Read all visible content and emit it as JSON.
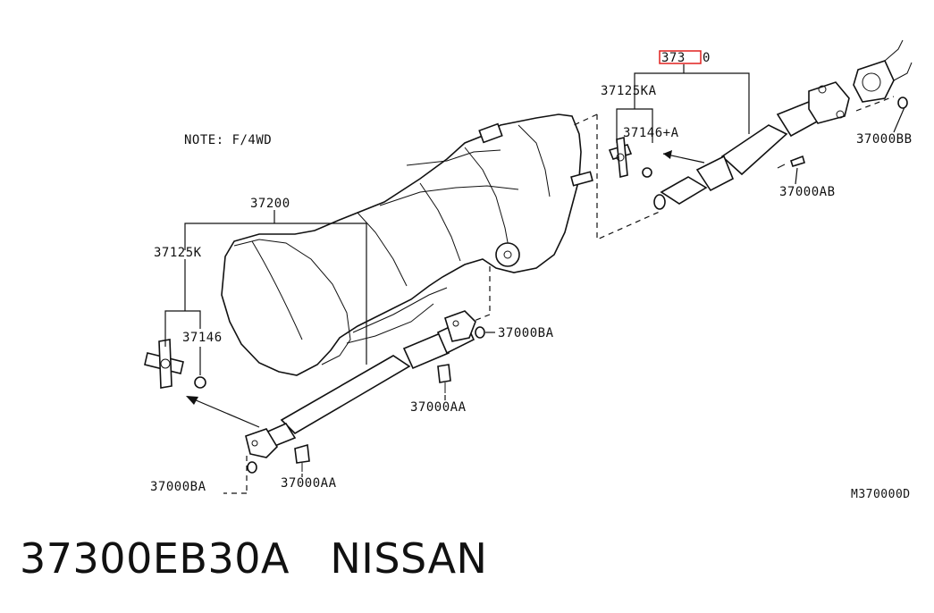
{
  "diagram": {
    "note": "NOTE: F/4WD",
    "figure_code": "M370000D",
    "labels": {
      "shaft_front_assy_prefix": "373",
      "shaft_front_assy_suffix": "0",
      "joint_front": "37125KA",
      "snap_front": "37146+A",
      "bolt_front_bb": "37000BB",
      "bolt_front_ab": "37000AB",
      "shaft_rear_assy": "37200",
      "joint_rear": "37125K",
      "snap_rear": "37146",
      "bolt_rear_ba_top": "37000BA",
      "bolt_rear_aa_mid": "37000AA",
      "bolt_rear_ba_bottom": "37000BA",
      "bolt_rear_aa_bottom": "37000AA"
    },
    "highlight_color": "#e0201e"
  },
  "caption": {
    "part_number": "37300EB30A",
    "brand": "NISSAN"
  }
}
